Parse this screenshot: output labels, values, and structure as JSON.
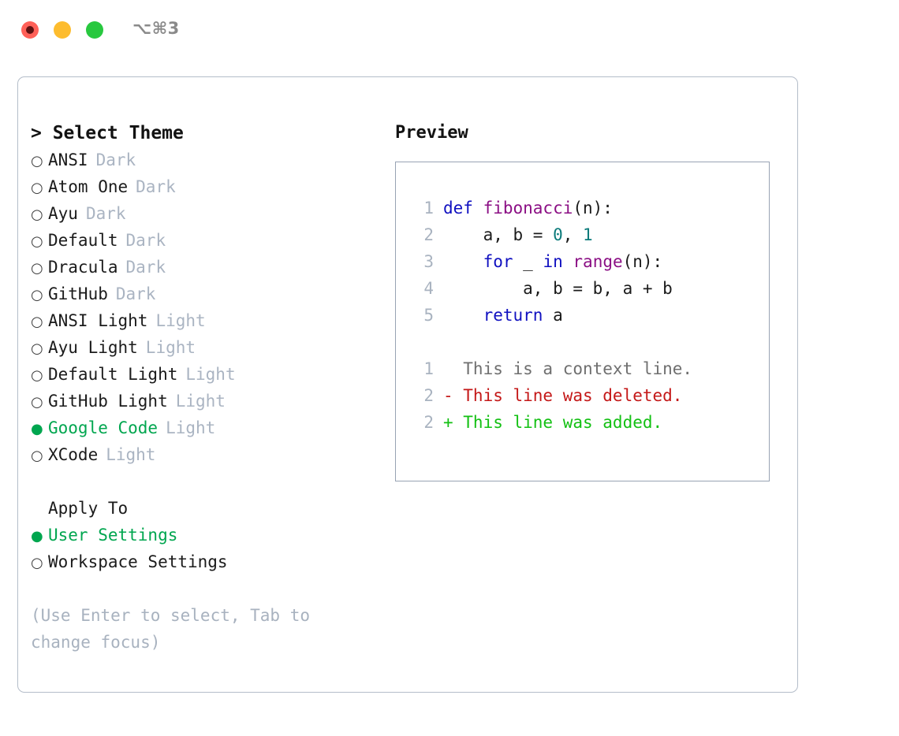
{
  "window": {
    "traffic_lights": [
      "close",
      "minimize",
      "maximize"
    ],
    "shortcut_hint": "⌥⌘3",
    "colors": {
      "close": "#FF6058",
      "minimize": "#FDBC2E",
      "maximize": "#28C83F",
      "accent_green": "#00A64F",
      "muted": "#aab4c2",
      "border": "#b4bdc9"
    }
  },
  "theme_picker": {
    "header": "> Select Theme",
    "items": [
      {
        "bullet": "○",
        "name": "ANSI",
        "kind": "Dark",
        "selected": false
      },
      {
        "bullet": "○",
        "name": "Atom One",
        "kind": "Dark",
        "selected": false
      },
      {
        "bullet": "○",
        "name": "Ayu",
        "kind": "Dark",
        "selected": false
      },
      {
        "bullet": "○",
        "name": "Default",
        "kind": "Dark",
        "selected": false
      },
      {
        "bullet": "○",
        "name": "Dracula",
        "kind": "Dark",
        "selected": false
      },
      {
        "bullet": "○",
        "name": "GitHub",
        "kind": "Dark",
        "selected": false
      },
      {
        "bullet": "○",
        "name": "ANSI Light",
        "kind": "Light",
        "selected": false
      },
      {
        "bullet": "○",
        "name": "Ayu Light",
        "kind": "Light",
        "selected": false
      },
      {
        "bullet": "○",
        "name": "Default Light",
        "kind": "Light",
        "selected": false
      },
      {
        "bullet": "○",
        "name": "GitHub Light",
        "kind": "Light",
        "selected": false
      },
      {
        "bullet": "●",
        "name": "Google Code",
        "kind": "Light",
        "selected": true
      },
      {
        "bullet": "○",
        "name": "XCode",
        "kind": "Light",
        "selected": false
      }
    ]
  },
  "apply_to": {
    "header": "Apply To",
    "options": [
      {
        "bullet": "●",
        "label": "User Settings",
        "selected": true
      },
      {
        "bullet": "○",
        "label": "Workspace Settings",
        "selected": false
      }
    ]
  },
  "hint": "(Use Enter to select, Tab to change focus)",
  "preview": {
    "header": "Preview",
    "code_lines": [
      {
        "no": "1",
        "tokens": [
          {
            "t": "def ",
            "c": "kw"
          },
          {
            "t": "fibonacci",
            "c": "fn"
          },
          {
            "t": "(n):",
            "c": "plain"
          }
        ]
      },
      {
        "no": "2",
        "tokens": [
          {
            "t": "    a, b = ",
            "c": "plain"
          },
          {
            "t": "0",
            "c": "num"
          },
          {
            "t": ", ",
            "c": "plain"
          },
          {
            "t": "1",
            "c": "num"
          }
        ]
      },
      {
        "no": "3",
        "tokens": [
          {
            "t": "    ",
            "c": "plain"
          },
          {
            "t": "for",
            "c": "kw"
          },
          {
            "t": " _ ",
            "c": "plain"
          },
          {
            "t": "in",
            "c": "kw"
          },
          {
            "t": " ",
            "c": "plain"
          },
          {
            "t": "range",
            "c": "fn"
          },
          {
            "t": "(n):",
            "c": "plain"
          }
        ]
      },
      {
        "no": "4",
        "tokens": [
          {
            "t": "        a, b = b, a + b",
            "c": "plain"
          }
        ]
      },
      {
        "no": "5",
        "tokens": [
          {
            "t": "    ",
            "c": "plain"
          },
          {
            "t": "return",
            "c": "kw"
          },
          {
            "t": " a",
            "c": "plain"
          }
        ]
      }
    ],
    "diff_lines": [
      {
        "no": "1",
        "text": "  This is a context line.",
        "kind": "context"
      },
      {
        "no": "2",
        "text": "- This line was deleted.",
        "kind": "del"
      },
      {
        "no": "2",
        "text": "+ This line was added.",
        "kind": "add"
      }
    ]
  }
}
